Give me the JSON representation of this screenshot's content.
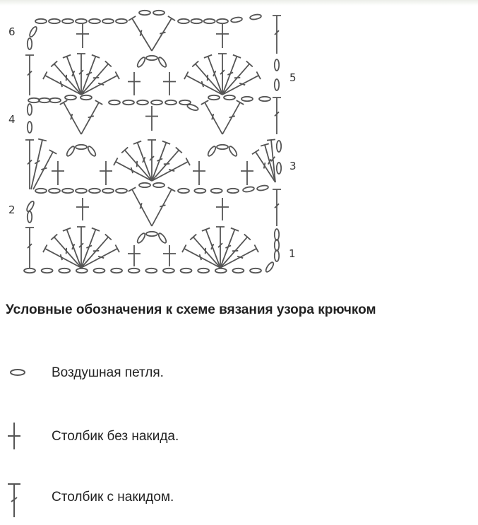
{
  "diagram": {
    "row_labels": [
      "1",
      "2",
      "3",
      "4",
      "5",
      "6"
    ],
    "stroke_color": "#555555"
  },
  "legend": {
    "heading": "Условные обозначения к схеме вязания узора крючком",
    "items": [
      {
        "icon": "chain-stitch-icon",
        "label": "Воздушная петля."
      },
      {
        "icon": "single-crochet-icon",
        "label": "Столбик без накида."
      },
      {
        "icon": "double-crochet-icon",
        "label": "Столбик с накидом."
      }
    ]
  }
}
